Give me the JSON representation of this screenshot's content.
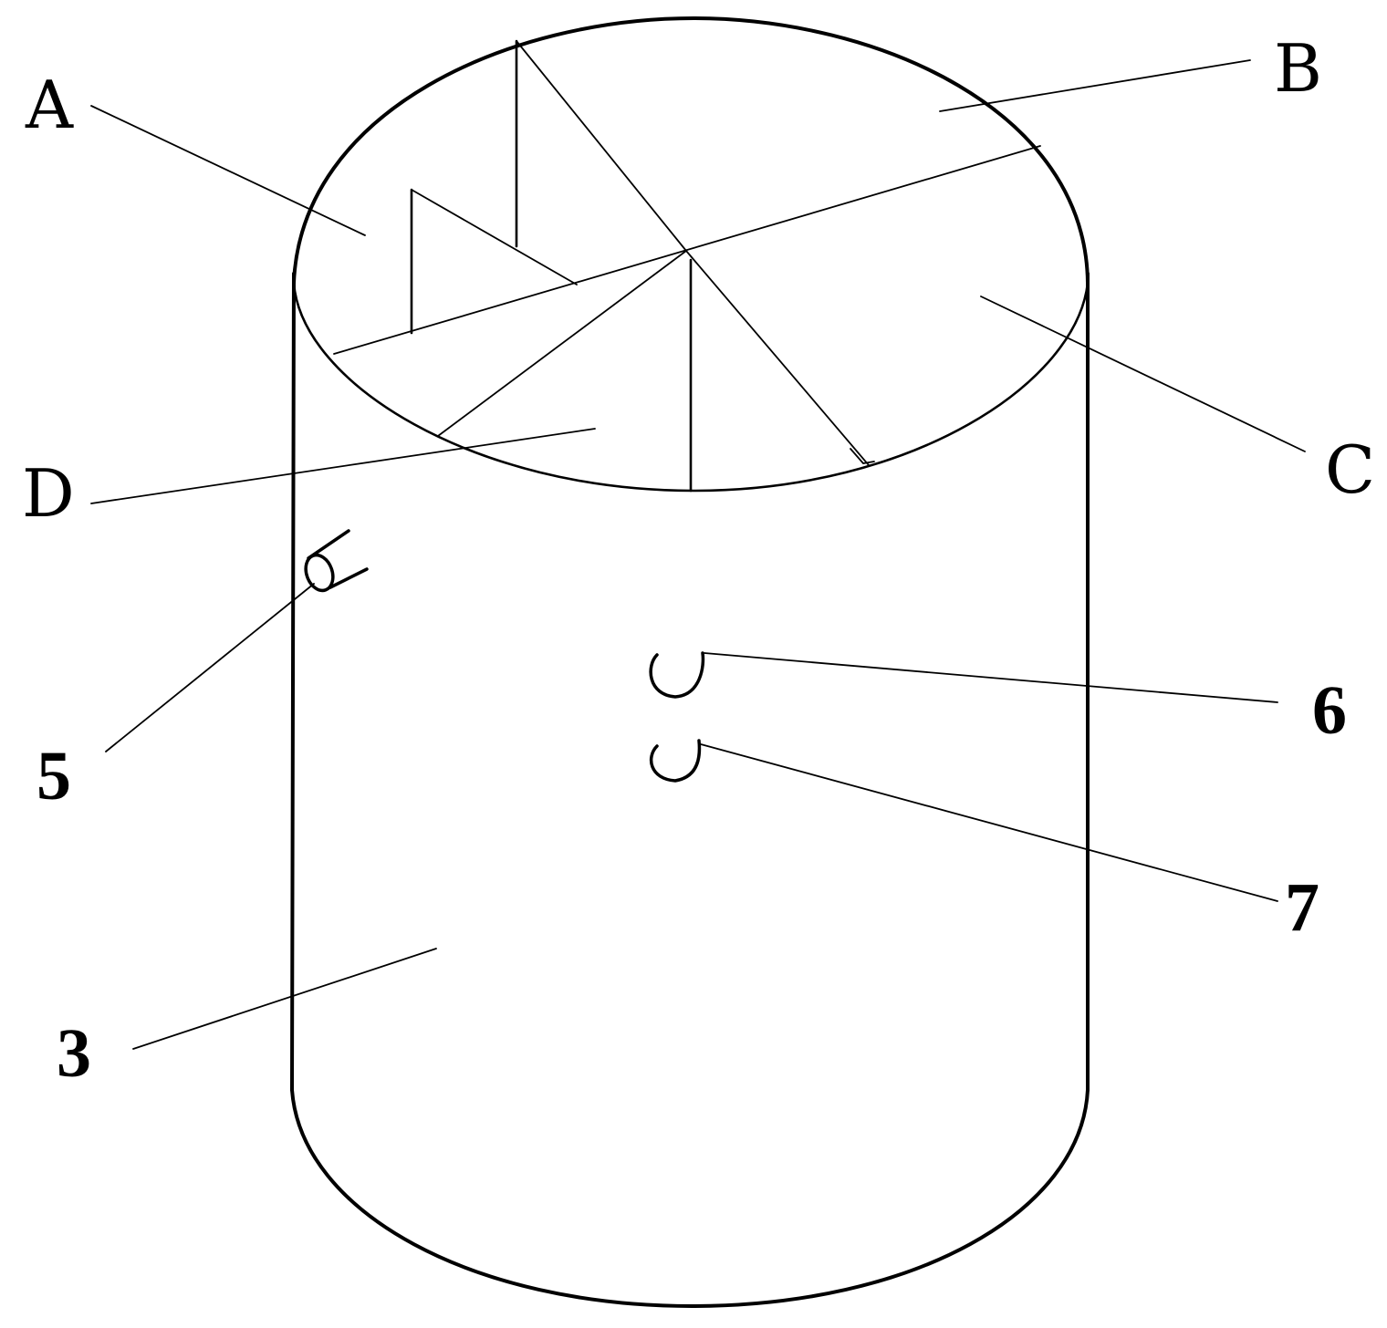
{
  "figure": {
    "labels": {
      "A": "A",
      "B": "B",
      "C": "C",
      "D": "D",
      "n3": "3",
      "n5": "5",
      "n6": "6",
      "n7": "7"
    }
  }
}
